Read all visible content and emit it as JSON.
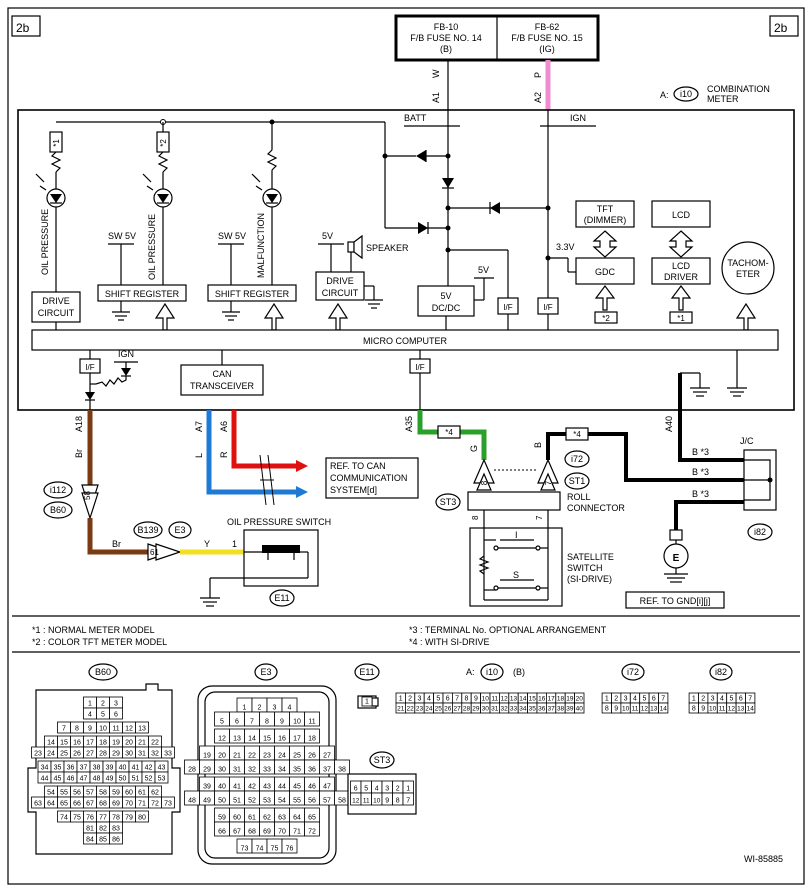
{
  "page_ref": "2b",
  "fuses": [
    {
      "line1": "FB-10",
      "line2": "F/B FUSE NO. 14",
      "line3": "(B)"
    },
    {
      "line1": "FB-62",
      "line2": "F/B FUSE NO. 15",
      "line3": "(IG)"
    }
  ],
  "wire_codes": {
    "w": "W",
    "p": "P",
    "a1": "A1",
    "a2": "A2",
    "a18": "A18",
    "br": "Br",
    "a7": "A7",
    "a6": "A6",
    "l": "L",
    "r": "R",
    "a35": "A35",
    "g": "G",
    "b": "B",
    "a40": "A40",
    "y": "Y",
    "pin1": "1",
    "pin8": "8",
    "pin7": "7",
    "pin58": "58",
    "pin61": "61"
  },
  "combo_meter": {
    "prefix": "A:",
    "code": "i10",
    "name_l1": "COMBINATION",
    "name_l2": "METER"
  },
  "meter_labels": {
    "batt": "BATT",
    "ign": "IGN",
    "ign2": "IGN",
    "star1": "*1",
    "star2": "*2",
    "oil_pressure": "OIL PRESSURE",
    "malfunction": "MALFUNCTION",
    "sw5v": "SW 5V",
    "v5": "5V",
    "shift_register": "SHIFT REGISTER",
    "drive_circuit_l1": "DRIVE",
    "drive_circuit_l2": "CIRCUIT",
    "speaker": "SPEAKER",
    "dcdc_l1": "5V",
    "dcdc_l2": "DC/DC",
    "if": "I/F",
    "tft_l1": "TFT",
    "tft_l2": "(DIMMER)",
    "lcd": "LCD",
    "v33": "3.3V",
    "gdc": "GDC",
    "lcd_driver_l1": "LCD",
    "lcd_driver_l2": "DRIVER",
    "tacho_l1": "TACHOM-",
    "tacho_l2": "ETER",
    "micro": "MICRO COMPUTER",
    "can_l1": "CAN",
    "can_l2": "TRANSCEIVER"
  },
  "can_ref": {
    "l1": "REF. TO CAN",
    "l2": "COMMUNICATION",
    "l3": "SYSTEM[d]"
  },
  "connectors": {
    "i112": "i112",
    "b60": "B60",
    "b139": "B139",
    "e3": "E3",
    "i72": "i72",
    "st1": "ST1",
    "st3": "ST3",
    "i82": "i82",
    "e11": "E11"
  },
  "parts": {
    "oil_switch": "OIL PRESSURE SWITCH",
    "roll_l1": "ROLL",
    "roll_l2": "CONNECTOR",
    "sat_l1": "SATELLITE",
    "sat_l2": "SWITCH",
    "sat_l3": "(SI-DRIVE)",
    "sw_i": "I",
    "sw_s": "S",
    "jc": "J/C",
    "b3": "B *3",
    "star4": "*4",
    "gnd_ref": "REF. TO GND[i][j]",
    "e_letter": "E"
  },
  "notes": {
    "n1": "*1  : NORMAL METER MODEL",
    "n2": "*2  : COLOR TFT METER MODEL",
    "n3": "*3  : TERMINAL No. OPTIONAL ARRANGEMENT",
    "n4": "*4  : WITH SI-DRIVE"
  },
  "conn_views": {
    "b60": {
      "title": "B60",
      "rows": [
        [
          "1",
          "2",
          "3"
        ],
        [
          "4",
          "5",
          "6"
        ],
        [
          "7",
          "8",
          "9",
          "10",
          "11",
          "12",
          "13"
        ],
        [
          "14",
          "15",
          "16",
          "17",
          "18",
          "19",
          "20",
          "21",
          "22"
        ],
        [
          "23",
          "24",
          "25",
          "26",
          "27",
          "28",
          "29",
          "30",
          "31",
          "32",
          "33"
        ],
        [
          "34",
          "35",
          "36",
          "37",
          "38",
          "39",
          "40",
          "41",
          "42",
          "43"
        ],
        [
          "44",
          "45",
          "46",
          "47",
          "48",
          "49",
          "50",
          "51",
          "52",
          "53"
        ],
        [
          "54",
          "55",
          "56",
          "57",
          "58",
          "59",
          "60",
          "61",
          "62"
        ],
        [
          "63",
          "64",
          "65",
          "66",
          "67",
          "68",
          "69",
          "70",
          "71",
          "72",
          "73"
        ],
        [
          "74",
          "75",
          "76",
          "77",
          "78",
          "79",
          "80"
        ],
        [
          "81",
          "82",
          "83"
        ],
        [
          "84",
          "85",
          "86"
        ]
      ]
    },
    "e3": {
      "title": "E3",
      "rows": [
        [
          "1",
          "2",
          "3",
          "4"
        ],
        [
          "5",
          "6",
          "7",
          "8",
          "9",
          "10",
          "11"
        ],
        [
          "12",
          "13",
          "14",
          "15",
          "16",
          "17",
          "18"
        ],
        [
          "19",
          "20",
          "21",
          "22",
          "23",
          "24",
          "25",
          "26",
          "27"
        ],
        [
          "28",
          "29",
          "30",
          "31",
          "32",
          "33",
          "34",
          "35",
          "36",
          "37",
          "38"
        ],
        [
          "39",
          "40",
          "41",
          "42",
          "43",
          "44",
          "45",
          "46",
          "47"
        ],
        [
          "48",
          "49",
          "50",
          "51",
          "52",
          "53",
          "54",
          "55",
          "56",
          "57",
          "58"
        ],
        [
          "59",
          "60",
          "61",
          "62",
          "63",
          "64",
          "65"
        ],
        [
          "66",
          "67",
          "68",
          "69",
          "70",
          "71",
          "72"
        ],
        [
          "73",
          "74",
          "75",
          "76"
        ]
      ]
    },
    "e11": {
      "title": "E11",
      "rows": [
        [
          "1"
        ]
      ]
    },
    "i10": {
      "title_prefix": "A:",
      "title": "i10",
      "title_suffix": "(B)",
      "rows": [
        [
          "1",
          "2",
          "3",
          "4",
          "5",
          "6",
          "7",
          "8",
          "9",
          "10",
          "11",
          "12",
          "13",
          "14",
          "15",
          "16",
          "17",
          "18",
          "19",
          "20"
        ],
        [
          "21",
          "22",
          "23",
          "24",
          "25",
          "26",
          "27",
          "28",
          "29",
          "30",
          "31",
          "32",
          "33",
          "34",
          "35",
          "36",
          "37",
          "38",
          "39",
          "40"
        ]
      ]
    },
    "i72": {
      "title": "i72",
      "rows": [
        [
          "1",
          "2",
          "3",
          "4",
          "5",
          "6",
          "7"
        ],
        [
          "8",
          "9",
          "10",
          "11",
          "12",
          "13",
          "14"
        ]
      ]
    },
    "i82": {
      "title": "i82",
      "rows": [
        [
          "1",
          "2",
          "3",
          "4",
          "5",
          "6",
          "7"
        ],
        [
          "8",
          "9",
          "10",
          "11",
          "12",
          "13",
          "14"
        ]
      ]
    },
    "st3": {
      "title": "ST3",
      "rows": [
        [
          "6",
          "5",
          "4",
          "3",
          "2",
          "1"
        ],
        [
          "12",
          "11",
          "10",
          "9",
          "8",
          "7"
        ]
      ]
    }
  },
  "footer_code": "WI-85885",
  "colors": {
    "brown": "#7a3b12",
    "blue": "#1f7ad6",
    "red": "#e01010",
    "green": "#2aa02a",
    "pink": "#f08cd0",
    "yellow": "#f0e020",
    "black": "#000000"
  }
}
